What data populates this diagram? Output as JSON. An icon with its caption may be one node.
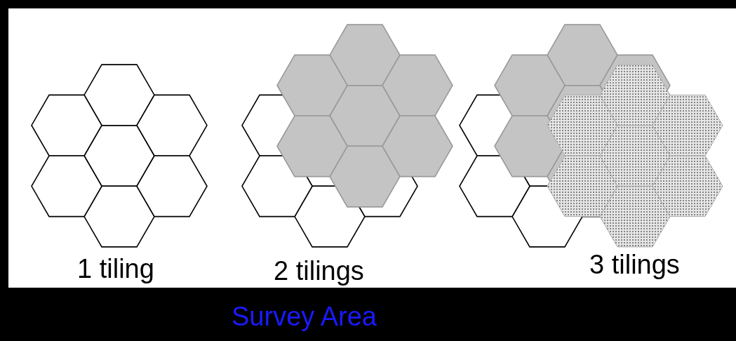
{
  "diagram": {
    "caption": "Survey Area",
    "labels": [
      "1 tiling",
      "2 tilings",
      "3 tilings"
    ]
  }
}
